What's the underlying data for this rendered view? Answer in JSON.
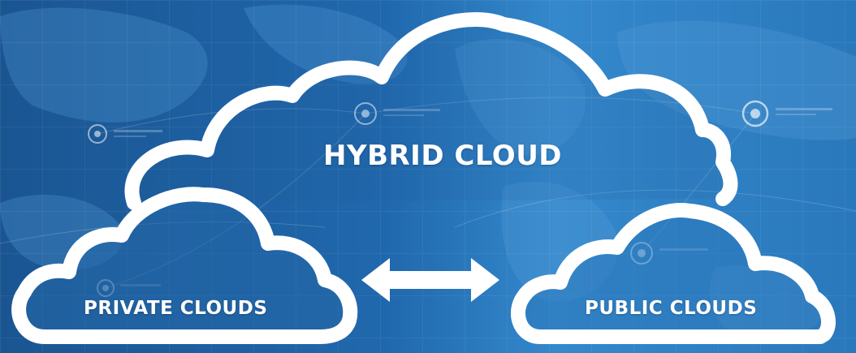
{
  "diagram": {
    "hybrid_label": "HYBRID CLOUD",
    "private_label": "PRIVATE CLOUDS",
    "public_label": "PUBLIC CLOUDS",
    "arrow": "bidirectional",
    "colors": {
      "background_dark": "#1f5e9c",
      "background_light": "#3d8fd1",
      "cloud_outline": "#ffffff",
      "cloud_fill": "#2468a8"
    }
  }
}
